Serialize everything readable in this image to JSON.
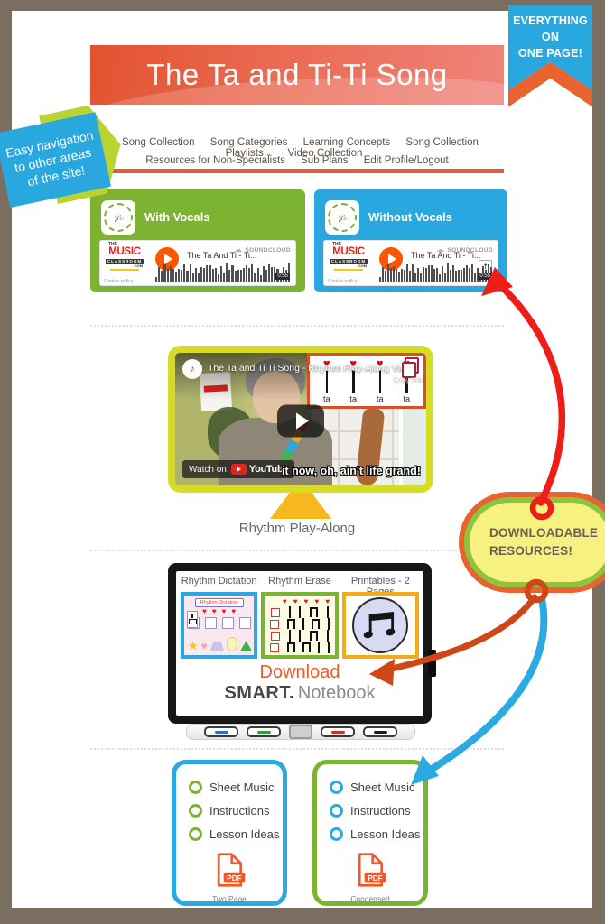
{
  "header": {
    "title": "The Ta and Ti-Ti Song"
  },
  "top_ribbon": {
    "line1": "EVERYTHING",
    "line2": "ON",
    "line3": "ONE PAGE!"
  },
  "left_badge": {
    "line1": "Easy navigation",
    "line2": "to other areas",
    "line3": "of the site!"
  },
  "nav": {
    "row1": [
      "Song Collection",
      "Song Categories",
      "Learning Concepts",
      "Song Collection Playlists",
      "Video Collection"
    ],
    "caret": "⌄",
    "row2": [
      "Resources for Non-Specialists",
      "Sub Plans",
      "Edit Profile/Logout"
    ]
  },
  "audio": {
    "with_vocals_label": "With Vocals",
    "without_vocals_label": "Without Vocals",
    "player": {
      "track_title": "The Ta And Ti - Ti...",
      "brand": "SOUNDCLOUD",
      "cloud_icon": "☁",
      "cookie_policy": "Cookie policy",
      "duration": "0:55",
      "download_icon": "⭡",
      "logo": {
        "line1": "THE",
        "line2": "MUSIC",
        "line3": "CLASSROOM",
        "line4": ".COM"
      }
    }
  },
  "video": {
    "title": "The Ta and Ti Ti Song - Rhythm Play-Along Video",
    "avatar_glyph": "♪",
    "syllables": [
      "ta",
      "ta",
      "ta",
      "ta"
    ],
    "copy_link": "Copy link",
    "watch_on": "Watch on",
    "youtube_brand": "YouTube",
    "caption": "it now, oh, ain't life grand!",
    "section_caption": "Rhythm Play-Along"
  },
  "smartboard": {
    "panel_titles": [
      "Rhythm Dictation",
      "Rhythm Erase",
      "Printables - 2 Pages"
    ],
    "dictation_button_label": "Rhythm Dictation",
    "erase_grid": [
      [
        "ta",
        "ta",
        "titi",
        "ta"
      ],
      [
        "titi",
        "ta",
        "titi",
        "ta"
      ],
      [
        "ta",
        "ta",
        "titi",
        "ta"
      ],
      [
        "titi",
        "titi",
        "ta",
        "ta"
      ]
    ],
    "download_label": "Download",
    "brand_primary": "SMART.",
    "brand_secondary": "Notebook"
  },
  "resources_badge": {
    "line1": "DOWNLOADABLE",
    "line2": "RESOURCES!"
  },
  "pdf_cards": {
    "left": {
      "items": [
        "Sheet Music",
        "Instructions",
        "Lesson Ideas"
      ],
      "pdf_label": "PDF",
      "caption": "Two Page"
    },
    "right": {
      "items": [
        "Sheet Music",
        "Instructions",
        "Lesson Ideas"
      ],
      "pdf_label": "PDF",
      "caption": "Condensed"
    }
  },
  "colors": {
    "frame_brown": "#7a6e61",
    "green": "#7cb331",
    "blue": "#2ba9e1",
    "orange": "#e8632f",
    "arrow_red": "#ee1d17",
    "arrow_orange": "#cf4617",
    "badge_yellow": "#f6f180",
    "header_coral": "#e2532f"
  }
}
